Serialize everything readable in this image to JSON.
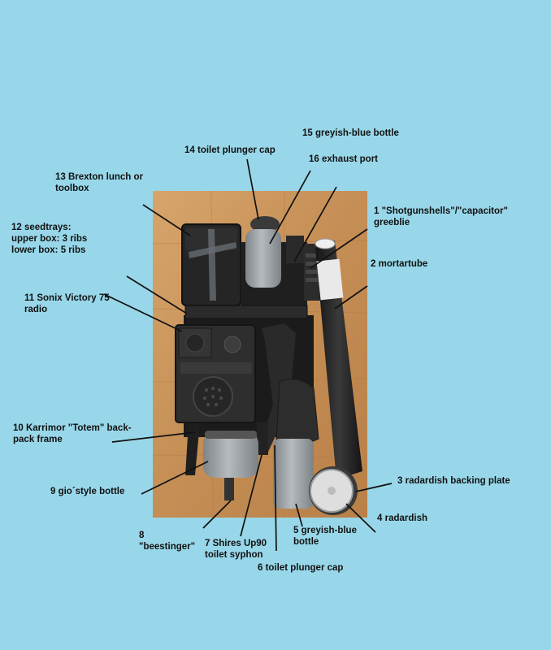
{
  "labels": [
    {
      "id": "l1",
      "text": "1 \"Shotgunshells\"/\"capacitor\"\ngreeblie"
    },
    {
      "id": "l2",
      "text": "2 mortartube"
    },
    {
      "id": "l3",
      "text": "3 radardish backing plate"
    },
    {
      "id": "l4",
      "text": "4 radardish"
    },
    {
      "id": "l5",
      "text": "5 greyish-blue\nbottle"
    },
    {
      "id": "l6",
      "text": "6 toilet plunger cap"
    },
    {
      "id": "l7",
      "text": "7 Shires Up90\ntoilet syphon"
    },
    {
      "id": "l8",
      "text": "8\n\"beestinger\""
    },
    {
      "id": "l9",
      "text": "9 gio´style bottle"
    },
    {
      "id": "l10",
      "text": "10 Karrimor \"Totem\" back-\npack frame"
    },
    {
      "id": "l11",
      "text": "11 Sonix Victory 75\nradio"
    },
    {
      "id": "l12",
      "text": "12 seedtrays:\nupper box: 3 ribs\nlower box: 5 ribs"
    },
    {
      "id": "l13",
      "text": "13 Brexton lunch or\ntoolbox"
    },
    {
      "id": "l14",
      "text": "14 toilet plunger cap"
    },
    {
      "id": "l15",
      "text": "15 greyish-blue bottle"
    },
    {
      "id": "l16",
      "text": "16 exhaust port"
    }
  ],
  "colors": {
    "background": "#98d7e9",
    "board": "#c9955a",
    "plastic_black": "#232323",
    "grey_bottle": "#a3a8ab",
    "leader": "#111111"
  }
}
